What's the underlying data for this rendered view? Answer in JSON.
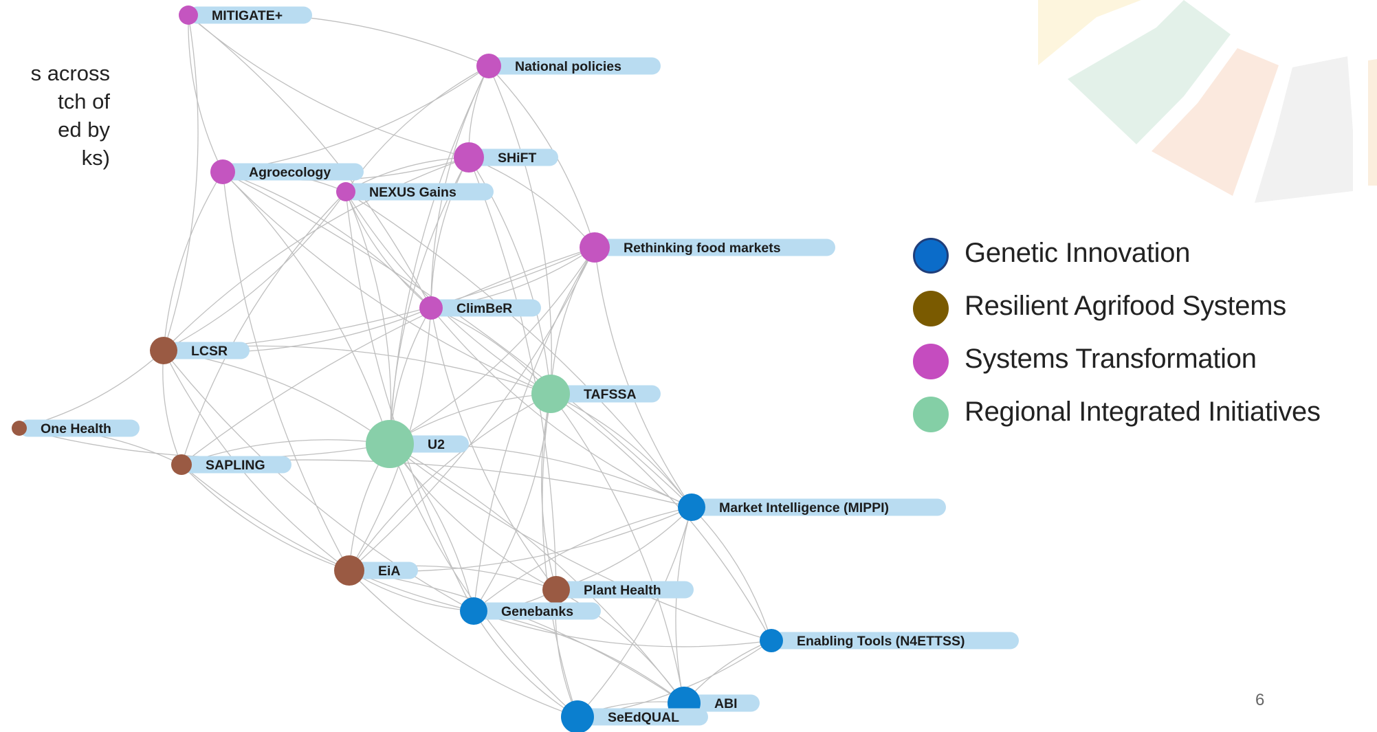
{
  "intro_lines": [
    "s across",
    "tch of",
    "ed by",
    "ks)"
  ],
  "page_number": "6",
  "colors": {
    "genetic_innovation": "#0b7fcf",
    "resilient_agrifood": "#9a5a43",
    "systems_transformation": "#c455c0",
    "regional_integrated": "#88cfa9",
    "label_background": "#b9dcf1",
    "edge": "#bfbfbf"
  },
  "legend": [
    {
      "label": "Genetic Innovation",
      "color": "#0b6cc9",
      "border": "#1f3e7a"
    },
    {
      "label": "Resilient Agrifood Systems",
      "color": "#7a5a00",
      "border": "#7a5a00"
    },
    {
      "label": "Systems Transformation",
      "color": "#c54cbf",
      "border": "#c54cbf"
    },
    {
      "label": "Regional Integrated Initiatives",
      "color": "#84cfa6",
      "border": "#84cfa6"
    }
  ],
  "nodes": [
    {
      "id": "mitigate",
      "label": "MITIGATE+",
      "group": "systems_transformation"
    },
    {
      "id": "national",
      "label": "National policies",
      "group": "systems_transformation"
    },
    {
      "id": "shift",
      "label": "SHiFT",
      "group": "systems_transformation"
    },
    {
      "id": "agroeco",
      "label": "Agroecology",
      "group": "systems_transformation"
    },
    {
      "id": "nexus",
      "label": "NEXUS Gains",
      "group": "systems_transformation"
    },
    {
      "id": "rethink",
      "label": "Rethinking food markets",
      "group": "systems_transformation"
    },
    {
      "id": "climber",
      "label": "ClimBeR",
      "group": "systems_transformation"
    },
    {
      "id": "lcsr",
      "label": "LCSR",
      "group": "resilient_agrifood"
    },
    {
      "id": "onehealth",
      "label": "One Health",
      "group": "resilient_agrifood"
    },
    {
      "id": "sapling",
      "label": "SAPLING",
      "group": "resilient_agrifood"
    },
    {
      "id": "eia",
      "label": "EiA",
      "group": "resilient_agrifood"
    },
    {
      "id": "planthealth",
      "label": "Plant Health",
      "group": "resilient_agrifood"
    },
    {
      "id": "u2",
      "label": "U2",
      "group": "regional_integrated"
    },
    {
      "id": "tafssa",
      "label": "TAFSSA",
      "group": "regional_integrated"
    },
    {
      "id": "mippi",
      "label": "Market Intelligence (MIPPI)",
      "group": "genetic_innovation"
    },
    {
      "id": "genebanks",
      "label": "Genebanks",
      "group": "genetic_innovation"
    },
    {
      "id": "n4ettss",
      "label": "Enabling Tools (N4ETTSS)",
      "group": "genetic_innovation"
    },
    {
      "id": "abi",
      "label": "ABI",
      "group": "genetic_innovation"
    },
    {
      "id": "seedqual",
      "label": "SeEdQUAL",
      "group": "genetic_innovation"
    }
  ],
  "edges": [
    [
      "mitigate",
      "national"
    ],
    [
      "mitigate",
      "agroeco"
    ],
    [
      "mitigate",
      "lcsr"
    ],
    [
      "mitigate",
      "shift"
    ],
    [
      "mitigate",
      "climber"
    ],
    [
      "national",
      "shift"
    ],
    [
      "national",
      "agroeco"
    ],
    [
      "national",
      "nexus"
    ],
    [
      "national",
      "rethink"
    ],
    [
      "national",
      "climber"
    ],
    [
      "national",
      "tafssa"
    ],
    [
      "national",
      "u2"
    ],
    [
      "shift",
      "agroeco"
    ],
    [
      "shift",
      "nexus"
    ],
    [
      "shift",
      "rethink"
    ],
    [
      "shift",
      "climber"
    ],
    [
      "shift",
      "tafssa"
    ],
    [
      "shift",
      "u2"
    ],
    [
      "shift",
      "planthealth"
    ],
    [
      "shift",
      "lcsr"
    ],
    [
      "agroeco",
      "nexus"
    ],
    [
      "agroeco",
      "lcsr"
    ],
    [
      "agroeco",
      "u2"
    ],
    [
      "agroeco",
      "tafssa"
    ],
    [
      "agroeco",
      "climber"
    ],
    [
      "agroeco",
      "eia"
    ],
    [
      "agroeco",
      "mippi"
    ],
    [
      "nexus",
      "climber"
    ],
    [
      "nexus",
      "u2"
    ],
    [
      "nexus",
      "tafssa"
    ],
    [
      "nexus",
      "lcsr"
    ],
    [
      "nexus",
      "sapling"
    ],
    [
      "nexus",
      "mippi"
    ],
    [
      "nexus",
      "genebanks"
    ],
    [
      "rethink",
      "climber"
    ],
    [
      "rethink",
      "tafssa"
    ],
    [
      "rethink",
      "u2"
    ],
    [
      "rethink",
      "mippi"
    ],
    [
      "rethink",
      "lcsr"
    ],
    [
      "rethink",
      "sapling"
    ],
    [
      "rethink",
      "eia"
    ],
    [
      "rethink",
      "genebanks"
    ],
    [
      "climber",
      "tafssa"
    ],
    [
      "climber",
      "u2"
    ],
    [
      "climber",
      "lcsr"
    ],
    [
      "climber",
      "mippi"
    ],
    [
      "climber",
      "eia"
    ],
    [
      "climber",
      "planthealth"
    ],
    [
      "lcsr",
      "onehealth"
    ],
    [
      "lcsr",
      "sapling"
    ],
    [
      "lcsr",
      "u2"
    ],
    [
      "lcsr",
      "eia"
    ],
    [
      "lcsr",
      "tafssa"
    ],
    [
      "lcsr",
      "genebanks"
    ],
    [
      "onehealth",
      "sapling"
    ],
    [
      "onehealth",
      "u2"
    ],
    [
      "sapling",
      "u2"
    ],
    [
      "sapling",
      "eia"
    ],
    [
      "sapling",
      "mippi"
    ],
    [
      "sapling",
      "genebanks"
    ],
    [
      "u2",
      "tafssa"
    ],
    [
      "u2",
      "eia"
    ],
    [
      "u2",
      "genebanks"
    ],
    [
      "u2",
      "planthealth"
    ],
    [
      "u2",
      "mippi"
    ],
    [
      "u2",
      "seedqual"
    ],
    [
      "u2",
      "abi"
    ],
    [
      "u2",
      "n4ettss"
    ],
    [
      "tafssa",
      "mippi"
    ],
    [
      "tafssa",
      "eia"
    ],
    [
      "tafssa",
      "genebanks"
    ],
    [
      "tafssa",
      "planthealth"
    ],
    [
      "tafssa",
      "abi"
    ],
    [
      "tafssa",
      "seedqual"
    ],
    [
      "tafssa",
      "n4ettss"
    ],
    [
      "eia",
      "genebanks"
    ],
    [
      "eia",
      "planthealth"
    ],
    [
      "eia",
      "seedqual"
    ],
    [
      "eia",
      "abi"
    ],
    [
      "eia",
      "mippi"
    ],
    [
      "planthealth",
      "genebanks"
    ],
    [
      "planthealth",
      "mippi"
    ],
    [
      "planthealth",
      "abi"
    ],
    [
      "planthealth",
      "seedqual"
    ],
    [
      "genebanks",
      "mippi"
    ],
    [
      "genebanks",
      "seedqual"
    ],
    [
      "genebanks",
      "abi"
    ],
    [
      "genebanks",
      "n4ettss"
    ],
    [
      "mippi",
      "n4ettss"
    ],
    [
      "mippi",
      "abi"
    ],
    [
      "mippi",
      "seedqual"
    ],
    [
      "n4ettss",
      "abi"
    ],
    [
      "n4ettss",
      "seedqual"
    ],
    [
      "abi",
      "seedqual"
    ]
  ]
}
